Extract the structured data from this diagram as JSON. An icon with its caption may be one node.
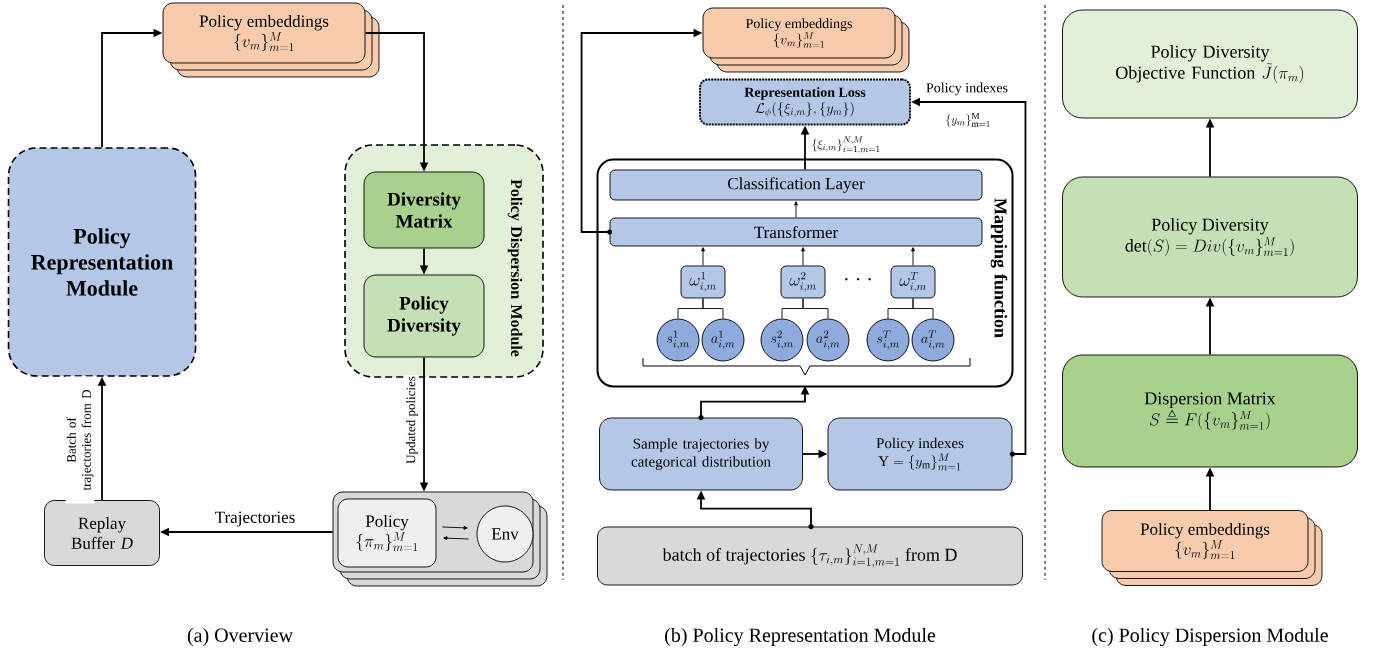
{
  "diagram": {
    "nodes": [
      {
        "text": [
          "Policy embeddings",
          "\\{ v_m \\}_{m=1}^{M}"
        ]
      },
      {
        "text": [
          "Policy Representation Module"
        ]
      },
      {
        "text": [
          "Policy Dispersion Module"
        ]
      },
      {
        "text": [
          "Diversity Matrix"
        ],
        "in": 2
      },
      {
        "text": [
          "Policy Diversity"
        ],
        "in": 2
      },
      {
        "text": [
          "Replay Buffer *D*"
        ]
      },
      {
        "text": [],
        "shape": "box"
      },
      {
        "text": [
          "Policy",
          "\\{ \\pi_m \\}_{m=1}^{M}"
        ],
        "in": 6
      },
      {
        "text": [
          "Env"
        ],
        "in": 6
      },
      {
        "text": [
          "Policy embeddings",
          "\\{ v_m \\}_{m=1}^{M}"
        ]
      },
      {
        "text": [
          "Representation Loss",
          "\\mathcal{L}_{\\phi}(\\{\\xi_{i,m}\\},\\{y_m\\})"
        ]
      },
      {
        "text": [
          "Mapping function"
        ]
      },
      {
        "text": [
          "Classification Layer"
        ],
        "in": 11
      },
      {
        "text": [
          "Transformer"
        ],
        "in": 11
      },
      {
        "text": [
          "\\omega_{i,m}^{1}"
        ],
        "in": 11
      },
      {
        "text": [
          "\\omega_{i,m}^{2}"
        ],
        "in": 11
      },
      {
        "text": [
          "\\omega_{i,m}^{T}"
        ],
        "in": 11
      },
      {
        "text": [
          "s_{i,m}^{1}"
        ],
        "in": 11
      },
      {
        "text": [
          "a_{i,m}^{1}"
        ],
        "in": 11
      },
      {
        "text": [
          "s_{i,m}^{2}"
        ],
        "in": 11
      },
      {
        "text": [
          "a_{i,m}^{2}"
        ],
        "in": 11
      },
      {
        "text": [
          "s_{i,m}^{T}"
        ],
        "in": 11
      },
      {
        "text": [
          "a_{i,m}^{T}"
        ],
        "in": 11
      },
      {
        "text": [
          "Sample trajectories by categorical distribution"
        ]
      },
      {
        "text": [
          "Policy indexes",
          "\\mathrm{Y}=\\{y_\\mathrm{m}\\}_{m=1}^{M}"
        ]
      },
      {
        "text": [
          "batch of  trajectories",
          "\\{\\tau_{i,m}\\}_{i=1,m=1}^{N,M}",
          "from D"
        ]
      },
      {
        "text": [
          "Policy Diversity Objective Function",
          "\\tilde{J}(\\pi_m)"
        ]
      },
      {
        "text": [
          "Policy Diversity",
          "\\det(S) = Div(\\{ v_m \\}_{m=1}^{M})"
        ]
      },
      {
        "text": [
          "Dispersion Matrix",
          "S \\triangleq F(\\{ v_m \\}_{m=1}^{M})"
        ]
      },
      {
        "text": [
          "Policy embeddings",
          "\\{ v_m \\}_{m=1}^{M}"
        ]
      }
    ],
    "edges": [
      {
        "from": 1,
        "to": 0,
        "arrow": "to"
      },
      {
        "from": 0,
        "to": 3,
        "arrow": "to"
      },
      {
        "from": 3,
        "to": 4,
        "arrow": "to"
      },
      {
        "from": 4,
        "to": 6,
        "arrow": "to",
        "label": "Updated policies"
      },
      {
        "from": 6,
        "to": 5,
        "arrow": "to",
        "label": "Trajectories"
      },
      {
        "from": 5,
        "to": 1,
        "arrow": "to",
        "label": "Batch of trajectories from D"
      },
      {
        "from": 7,
        "to": 8,
        "arrow": "to"
      },
      {
        "from": 8,
        "to": 7,
        "arrow": "to"
      },
      {
        "from": 13,
        "to": 9,
        "arrow": "to"
      },
      {
        "from": 12,
        "to": 10,
        "arrow": "to",
        "label": "\\{\\xi_{i,m}\\}_{i=1,m=1}^{N,M}"
      },
      {
        "from": 13,
        "to": 12,
        "arrow": "to"
      },
      {
        "from": 14,
        "to": 13,
        "arrow": "to"
      },
      {
        "from": 15,
        "to": 13,
        "arrow": "to"
      },
      {
        "from": 16,
        "to": 13,
        "arrow": "to"
      },
      {
        "from": 17,
        "to": 14,
        "arrow": "none"
      },
      {
        "from": 18,
        "to": 14,
        "arrow": "none"
      },
      {
        "from": 19,
        "to": 15,
        "arrow": "none"
      },
      {
        "from": 20,
        "to": 15,
        "arrow": "none"
      },
      {
        "from": 21,
        "to": 16,
        "arrow": "none"
      },
      {
        "from": 22,
        "to": 16,
        "arrow": "none"
      },
      {
        "from": 23,
        "to": 11,
        "arrow": "to"
      },
      {
        "from": 23,
        "to": 24,
        "arrow": "to"
      },
      {
        "from": 24,
        "to": 10,
        "arrow": "to",
        "label": "Policy indexes"
      },
      {
        "from": 25,
        "to": 23,
        "arrow": "to"
      },
      {
        "from": 29,
        "to": 28,
        "arrow": "to"
      },
      {
        "from": 28,
        "to": 27,
        "arrow": "to"
      },
      {
        "from": 27,
        "to": 26,
        "arrow": "to"
      }
    ],
    "labels": [
      "\\{y_m\\}_{\\mathrm{m}=1}^{\\mathrm{M}}",
      "· · ·",
      "(a) Overview",
      "(b) Policy Representation Module",
      "(c) Policy Dispersion Module"
    ]
  }
}
